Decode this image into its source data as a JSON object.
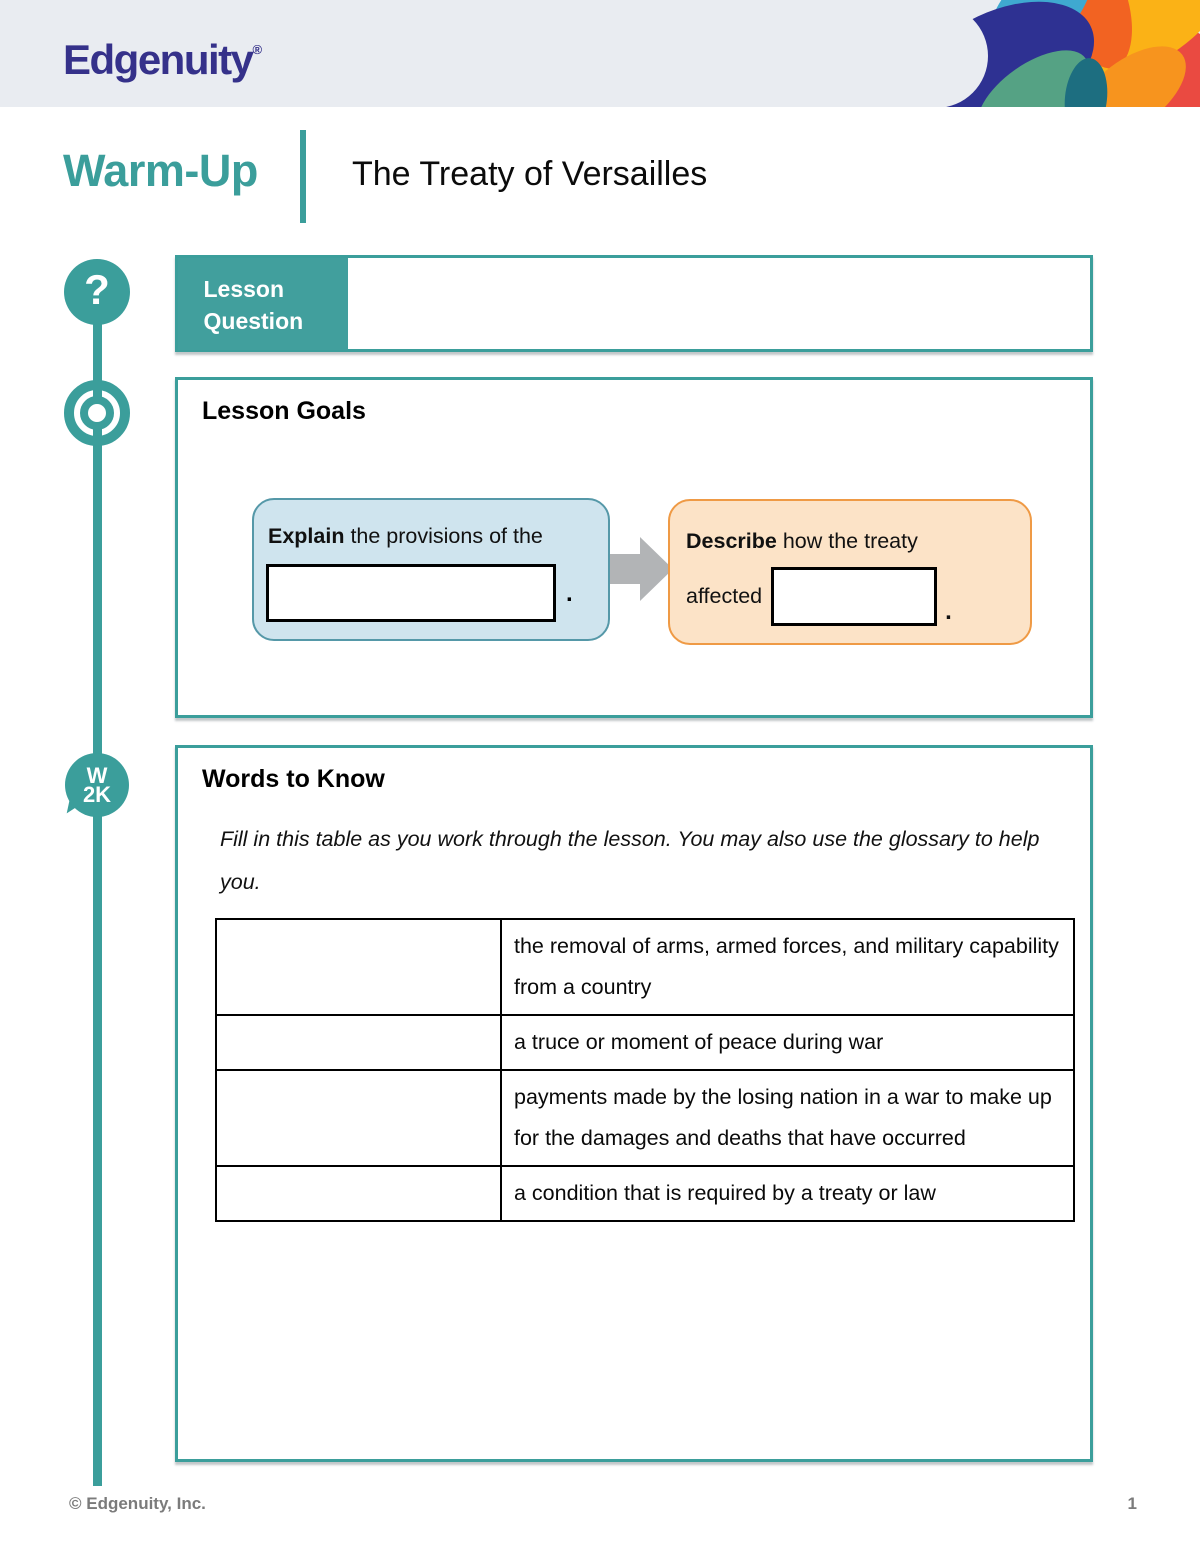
{
  "header": {
    "logo_text": "Edgenuity",
    "logo_mark": "®"
  },
  "title_bar": {
    "section": "Warm-Up",
    "title": "The Treaty of Versailles"
  },
  "timeline": {
    "question_glyph": "?",
    "w2k_line1": "W",
    "w2k_line2": "2K"
  },
  "lesson_question": {
    "label_line1": "Lesson",
    "label_line2": "Question",
    "answer_value": ""
  },
  "lesson_goals": {
    "heading": "Lesson Goals",
    "goal_explain": {
      "lead": "Explain",
      "rest": " the provisions of the",
      "blank_value": "",
      "period": "."
    },
    "goal_describe": {
      "lead": "Describe",
      "rest": " how the treaty",
      "line2_text": "affected",
      "blank_value": "",
      "period": "."
    }
  },
  "words_to_know": {
    "heading": "Words to Know",
    "instructions": "Fill in this table as you work through the lesson. You may also use the glossary to help you.",
    "table": {
      "rows": [
        {
          "term": "",
          "definition": "the removal of arms, armed forces, and military capability from a country"
        },
        {
          "term": "",
          "definition": "a truce or moment of peace during war"
        },
        {
          "term": "",
          "definition": "payments made by the losing nation in a war to make up for the damages and deaths that have occurred"
        },
        {
          "term": "",
          "definition": "a condition that is required by a treaty or law"
        }
      ]
    }
  },
  "footer": {
    "copyright": "© Edgenuity, Inc.",
    "page_number": "1"
  },
  "colors": {
    "teal_accent": "#3b9e9b",
    "header_band": "#e9ecf1",
    "logo_indigo": "#35318a",
    "goal_blue_fill": "#cfe4ee",
    "goal_blue_border": "#5598a8",
    "goal_orange_fill": "#fce3c7",
    "goal_orange_border": "#ef9a45",
    "arrow_gray": "#b2b4b6",
    "footer_gray": "#7b7b7b",
    "pinwheel": [
      "#2e3192",
      "#3fa9d0",
      "#55a284",
      "#1d6e80",
      "#f26322",
      "#fbb216",
      "#ea4a41",
      "#f7941e"
    ]
  }
}
